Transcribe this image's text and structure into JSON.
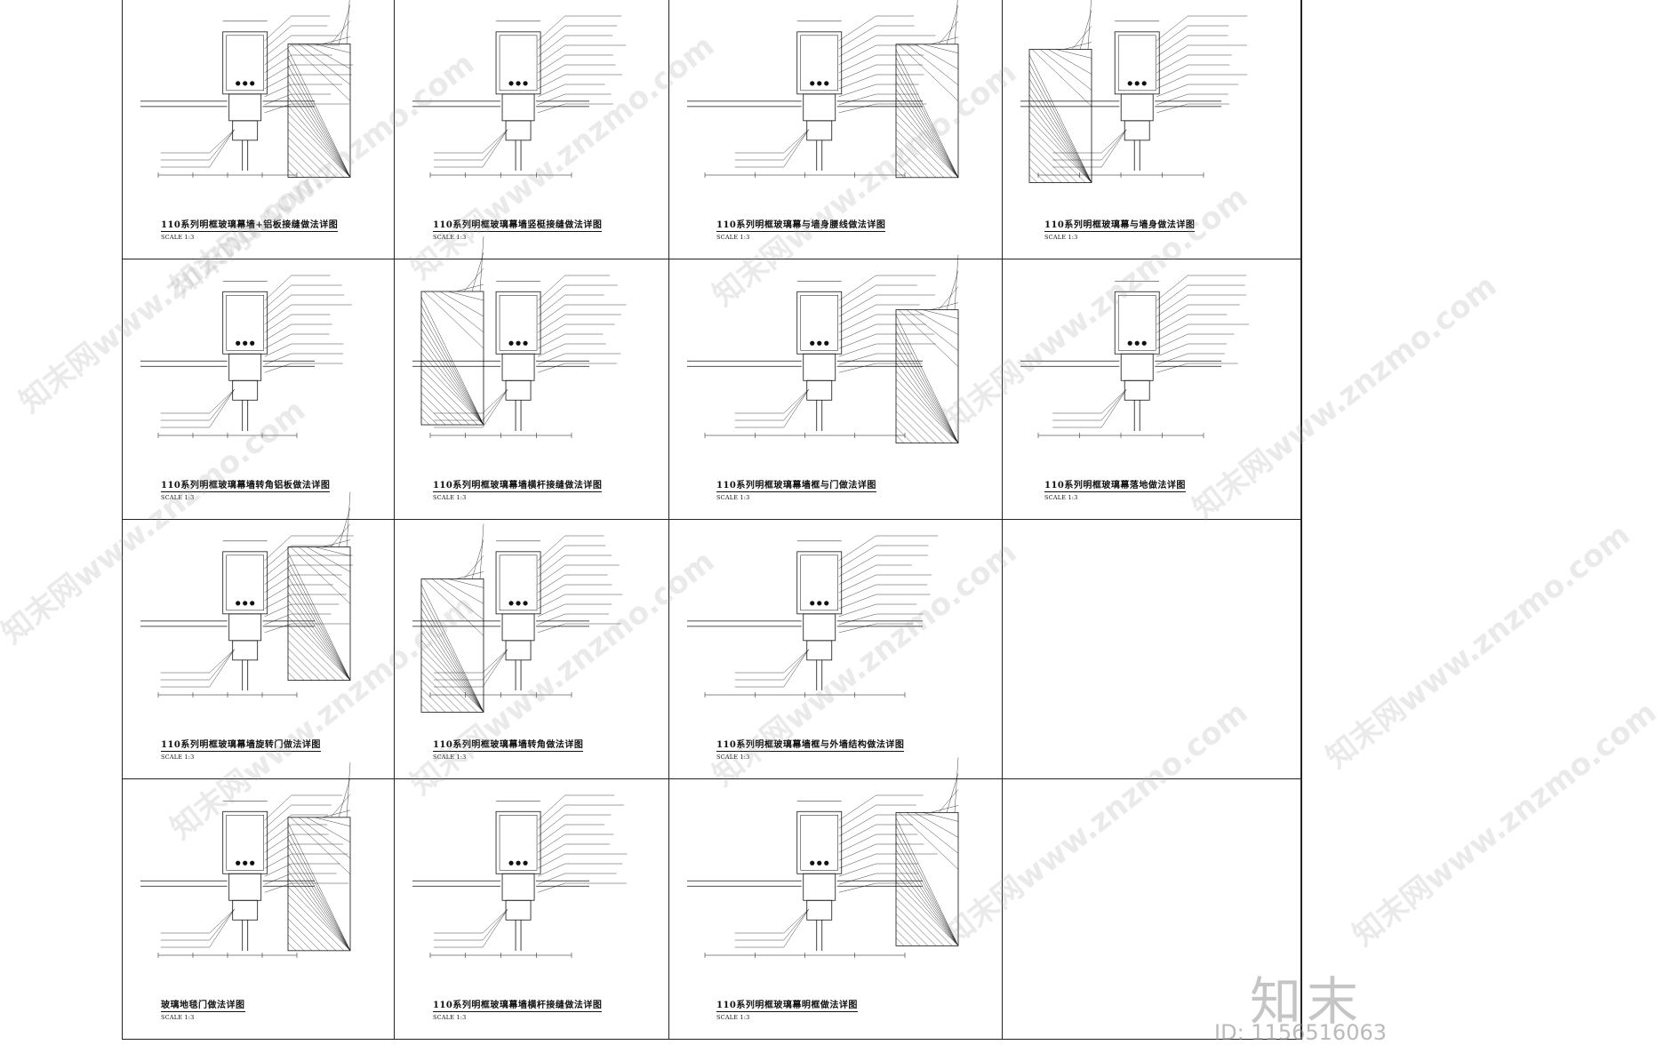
{
  "sheet": {
    "scale_label": "SCALE 1:3",
    "details": [
      {
        "title": "110系列明框玻璃幕墙+铝板接缝做法详图"
      },
      {
        "title": "110系列明框玻璃幕墙竖梃接缝做法详图"
      },
      {
        "title": "110系列明框玻璃幕与墙身腰线做法详图"
      },
      {
        "title": "110系列明框玻璃幕与墙身做法详图"
      },
      {
        "title": "110系列明框玻璃幕墙转角铝板做法详图"
      },
      {
        "title": "110系列明框玻璃幕墙横杆接缝做法详图"
      },
      {
        "title": "110系列明框玻璃幕墙框与门做法详图"
      },
      {
        "title": "110系列明框玻璃幕落地做法详图"
      },
      {
        "title": "110系列明框玻璃幕墙旋转门做法详图"
      },
      {
        "title": "110系列明框玻璃幕墙转角做法详图"
      },
      {
        "title": "110系列明框玻璃幕墙框与外墙结构做法详图"
      },
      {
        "title": ""
      },
      {
        "title": "玻璃地毯门做法详图"
      },
      {
        "title": "110系列明框玻璃幕墙横杆接缝做法详图"
      },
      {
        "title": "110系列明框玻璃幕明框做法详图"
      },
      {
        "title": ""
      }
    ]
  },
  "watermark": {
    "text": "知末网www.znzmo.com",
    "brand": "知末",
    "id_label": "ID: 1156516063"
  }
}
